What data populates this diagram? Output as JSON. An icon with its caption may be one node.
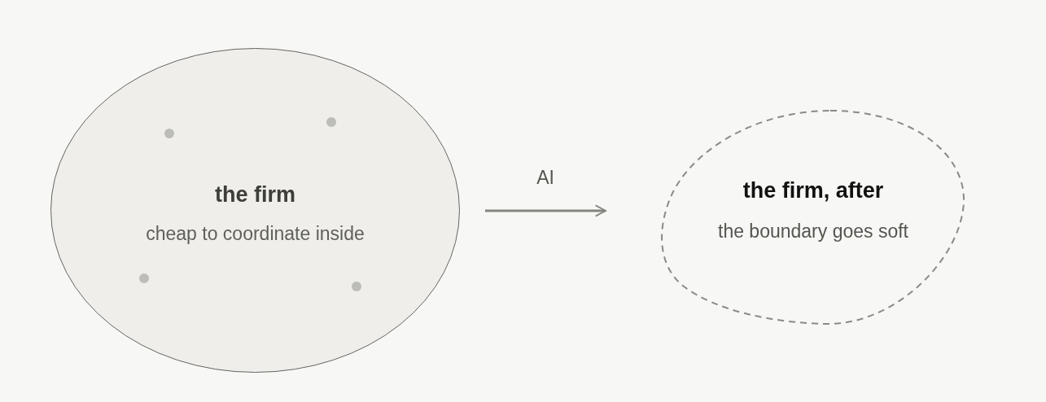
{
  "diagram": {
    "nodes": [
      {
        "text": [
          "the firm",
          "cheap to coordinate inside"
        ]
      },
      {
        "text": [
          "the firm, after",
          "the boundary goes soft"
        ]
      }
    ],
    "edges": [
      {
        "from": 0,
        "to": 1,
        "arrow": "to",
        "label": "AI"
      }
    ]
  }
}
